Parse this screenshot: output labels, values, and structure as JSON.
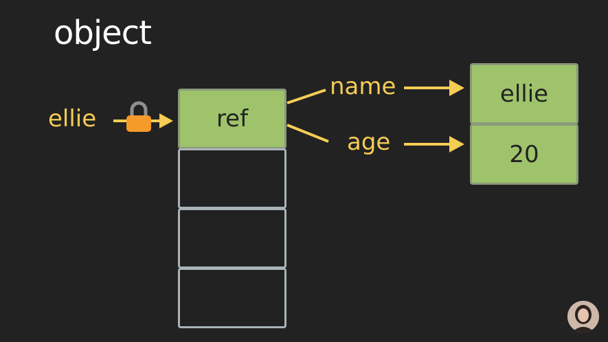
{
  "title": "object",
  "variable": {
    "name": "ellie",
    "icon": "lock-icon"
  },
  "ref_cell": {
    "label": "ref"
  },
  "properties": [
    {
      "key": "name",
      "value": "ellie"
    },
    {
      "key": "age",
      "value": "20"
    }
  ],
  "colors": {
    "background": "#222222",
    "label": "#f5cc55",
    "cell_fill": "#9fc36a",
    "cell_border": "#a9b3b8",
    "lock": "#f59b2a"
  }
}
